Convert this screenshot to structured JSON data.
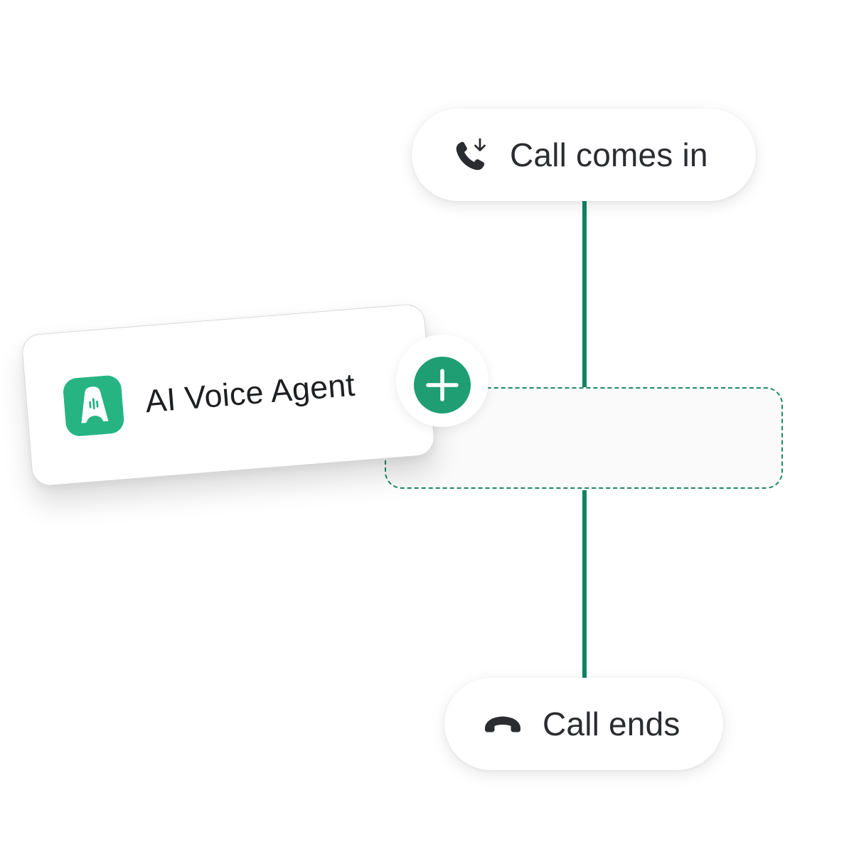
{
  "accent_color": "#0e8462",
  "brand_color": "#25b482",
  "flow": {
    "start": {
      "icon": "incoming-call-icon",
      "label": "Call comes in"
    },
    "drop_zone": {
      "icon": "add-step-icon"
    },
    "dragged_card": {
      "icon": "ai-voice-agent-icon",
      "label": "AI Voice Agent"
    },
    "end": {
      "icon": "hang-up-icon",
      "label": "Call ends"
    }
  }
}
